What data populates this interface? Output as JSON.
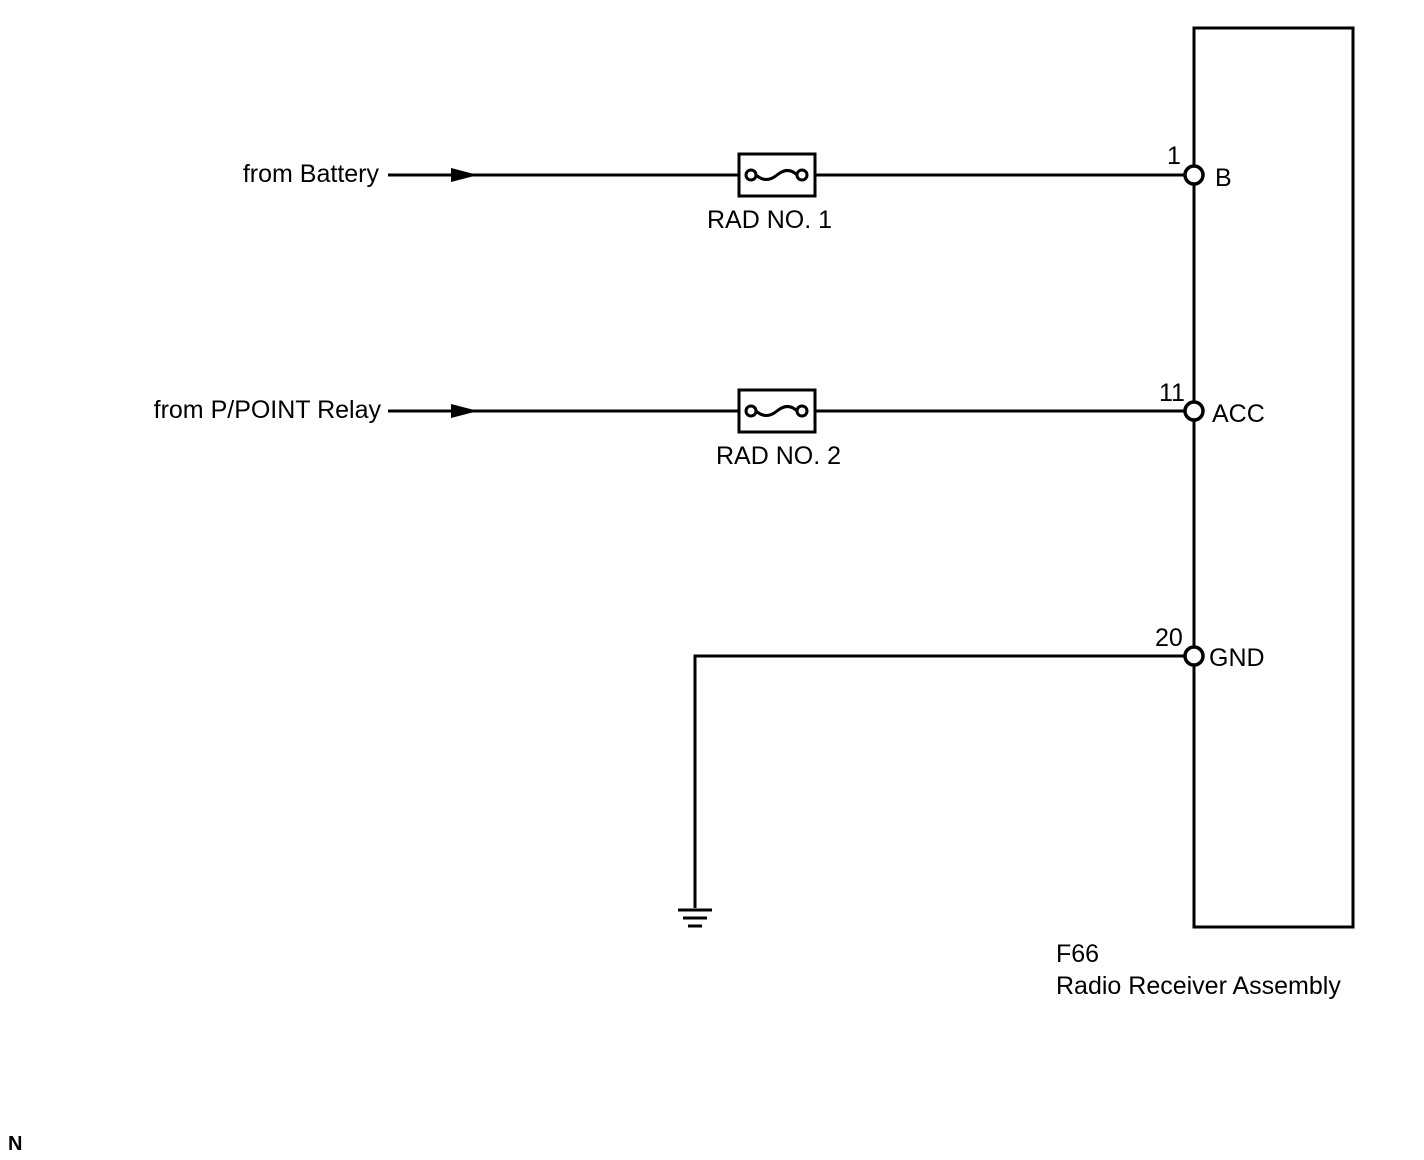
{
  "colors": {
    "line": "#000000",
    "background": "#ffffff"
  },
  "sources": {
    "battery": "from Battery",
    "ppoint_relay": "from P/POINT Relay"
  },
  "fuses": {
    "fuse1": "RAD NO. 1",
    "fuse2": "RAD NO. 2"
  },
  "connector": {
    "id": "F66",
    "name": "Radio Receiver Assembly",
    "pins": [
      {
        "number": "1",
        "signal": "B"
      },
      {
        "number": "11",
        "signal": "ACC"
      },
      {
        "number": "20",
        "signal": "GND"
      }
    ]
  },
  "icons": {
    "ground": "ground-icon",
    "arrow": "arrow-right-icon",
    "fuse": "fuse-icon"
  },
  "corner_mark": "N"
}
